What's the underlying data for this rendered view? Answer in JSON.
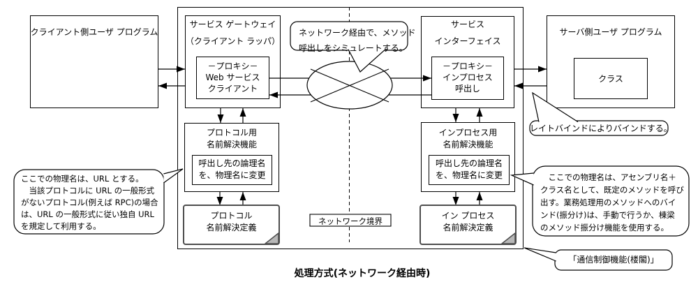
{
  "diagram_title": "処理方式(ネットワーク経由時)",
  "boxes": {
    "client_program": {
      "label": "クライアント側ユーザ プログラム"
    },
    "service_gateway": {
      "title": "サービス ゲートウェイ",
      "subtitle": "（クライアント ラッパ）"
    },
    "gateway_proxy": {
      "line1": "－プロキシ－",
      "line2": "Web サービス",
      "line3": "クライアント"
    },
    "service_interface": {
      "title": "サービス",
      "subtitle": "インターフェイス"
    },
    "interface_proxy": {
      "line1": "－プロキシ－",
      "line2": "インプロセス",
      "line3": "呼出し"
    },
    "server_program": {
      "label": "サーバ側ユーザ プログラム"
    },
    "class_box": {
      "label": "クラス"
    },
    "protocol_resolver": {
      "line1": "プロトコル用",
      "line2": "名前解決機能"
    },
    "protocol_resolver_inner": {
      "line1": "呼出し先の論理名",
      "line2": "を、物理名に変更"
    },
    "inprocess_resolver": {
      "line1": "インプロセス用",
      "line2": "名前解決機能"
    },
    "inprocess_resolver_inner": {
      "line1": "呼出し先の論理名",
      "line2": "を、物理名に変更"
    },
    "protocol_def": {
      "line1": "プロトコル",
      "line2": "名前解決定義"
    },
    "inprocess_def": {
      "line1": "イン プロセス",
      "line2": "名前解決定義"
    },
    "network_boundary": {
      "label": "ネットワーク境界"
    }
  },
  "callouts": {
    "simulate": {
      "line1": "ネットワーク経由で、メソッド",
      "line2": "呼出しをシミュレートする。"
    },
    "url_note": {
      "lines": [
        "ここでの物理名は、URL とする。",
        "　当該プロトコルに URL の一般形式",
        "がないプロトコル(例えば RPC)の場合",
        "は、URL の一般形式に従い独自 URL",
        "を規定して利用する。"
      ]
    },
    "assembly_note": {
      "lines": [
        "　ここでの物理名は、アセンブリ名＋",
        "クラス名として、既定のメソッドを呼び",
        "出す。業務処理用のメソッドへのバイ",
        "ンド(振分け)は、手動で行うか、棟梁",
        "のメソッド振分け機能を使用する。"
      ]
    },
    "late_bind": {
      "label": "レイトバインドによりバインドする。"
    },
    "comm_control": {
      "label": "「通信制御機能(楼閣)」"
    }
  },
  "colors": {
    "line": "#000000",
    "background": "#ffffff",
    "doc_border": "#4d4d4d",
    "doc_fold": "#b8b8b8"
  }
}
